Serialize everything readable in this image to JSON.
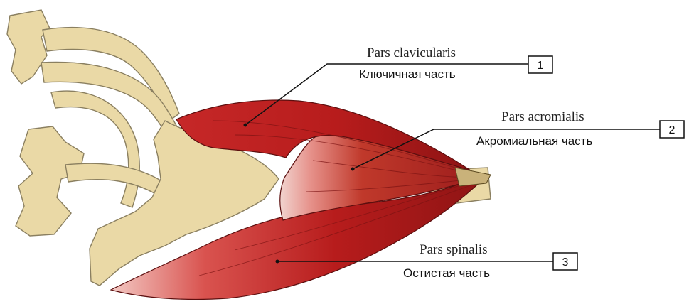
{
  "colors": {
    "bone": "#ead9a6",
    "bone_shadow": "#d6c28a",
    "muscle": "#b71c1c",
    "muscle_light": "#e8a5a0",
    "muscle_dark": "#7f1010",
    "line": "#111111"
  },
  "labels": [
    {
      "latin": "Pars clavicularis",
      "russian": "Ключичная часть",
      "number": "1"
    },
    {
      "latin": "Pars acromialis",
      "russian": "Акромиальная часть",
      "number": "2"
    },
    {
      "latin": "Pars spinalis",
      "russian": "Остистая часть",
      "number": "3"
    }
  ]
}
